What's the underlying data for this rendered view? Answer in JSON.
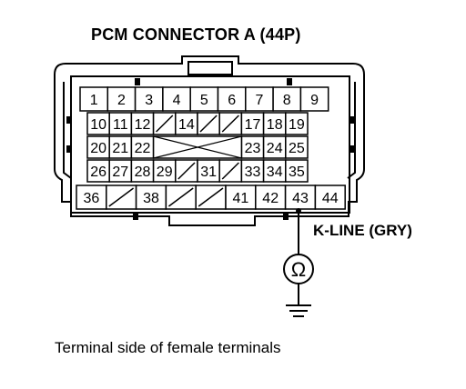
{
  "title": "PCM CONNECTOR A (44P)",
  "kline_label": "K-LINE (GRY)",
  "ohm_symbol": "Ω",
  "caption": "Terminal side of female terminals",
  "measured_terminal": "43",
  "rows": [
    [
      "1",
      "2",
      "3",
      "4",
      "5",
      "6",
      "7",
      "8",
      "9"
    ],
    [
      "10",
      "11",
      "12",
      "/",
      "14",
      "/",
      "/",
      "17",
      "18",
      "19"
    ],
    [
      "20",
      "21",
      "22",
      "X",
      "X",
      "X",
      "X",
      "23",
      "24",
      "25"
    ],
    [
      "26",
      "27",
      "28",
      "29",
      "/",
      "31",
      "/",
      "33",
      "34",
      "35"
    ],
    [
      "36",
      "/",
      "38",
      "/",
      "/",
      "41",
      "42",
      "43",
      "44"
    ]
  ]
}
